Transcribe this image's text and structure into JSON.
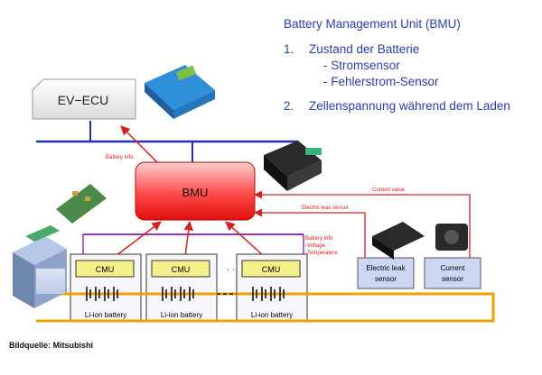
{
  "title": {
    "heading": "Battery Management Unit (BMU)",
    "items": [
      {
        "num": "1.",
        "text": "Zustand der Batterie"
      },
      {
        "sub": "- Stromsensor"
      },
      {
        "sub": "- Fehlerstrom-Sensor"
      },
      {
        "num": "2.",
        "text": "Zellenspannung während dem Laden"
      }
    ]
  },
  "nodes": {
    "ecu": "EV−ECU",
    "bmu": "BMU",
    "cmu": "CMU",
    "battery": "Li-ion battery",
    "dots": "· · ·",
    "leak_sensor": [
      "Electric leak",
      "sensor"
    ],
    "current_sensor": [
      "Current",
      "sensor"
    ]
  },
  "signals": {
    "battery_info": "Battery info.",
    "battery_info_detail": [
      "Battery info.",
      "-Voltage",
      "-Temperature"
    ],
    "current_value": "Current value",
    "leak_sensor": "Electric leak sensor"
  },
  "caption": "Bildquelle: Mitsubishi",
  "colors": {
    "title_blue": "#2c3fa8",
    "bus_blue": "#2233aa",
    "bus_purple": "#9b30c0",
    "arrow_red": "#d42020",
    "power_orange": "#f0a000"
  }
}
